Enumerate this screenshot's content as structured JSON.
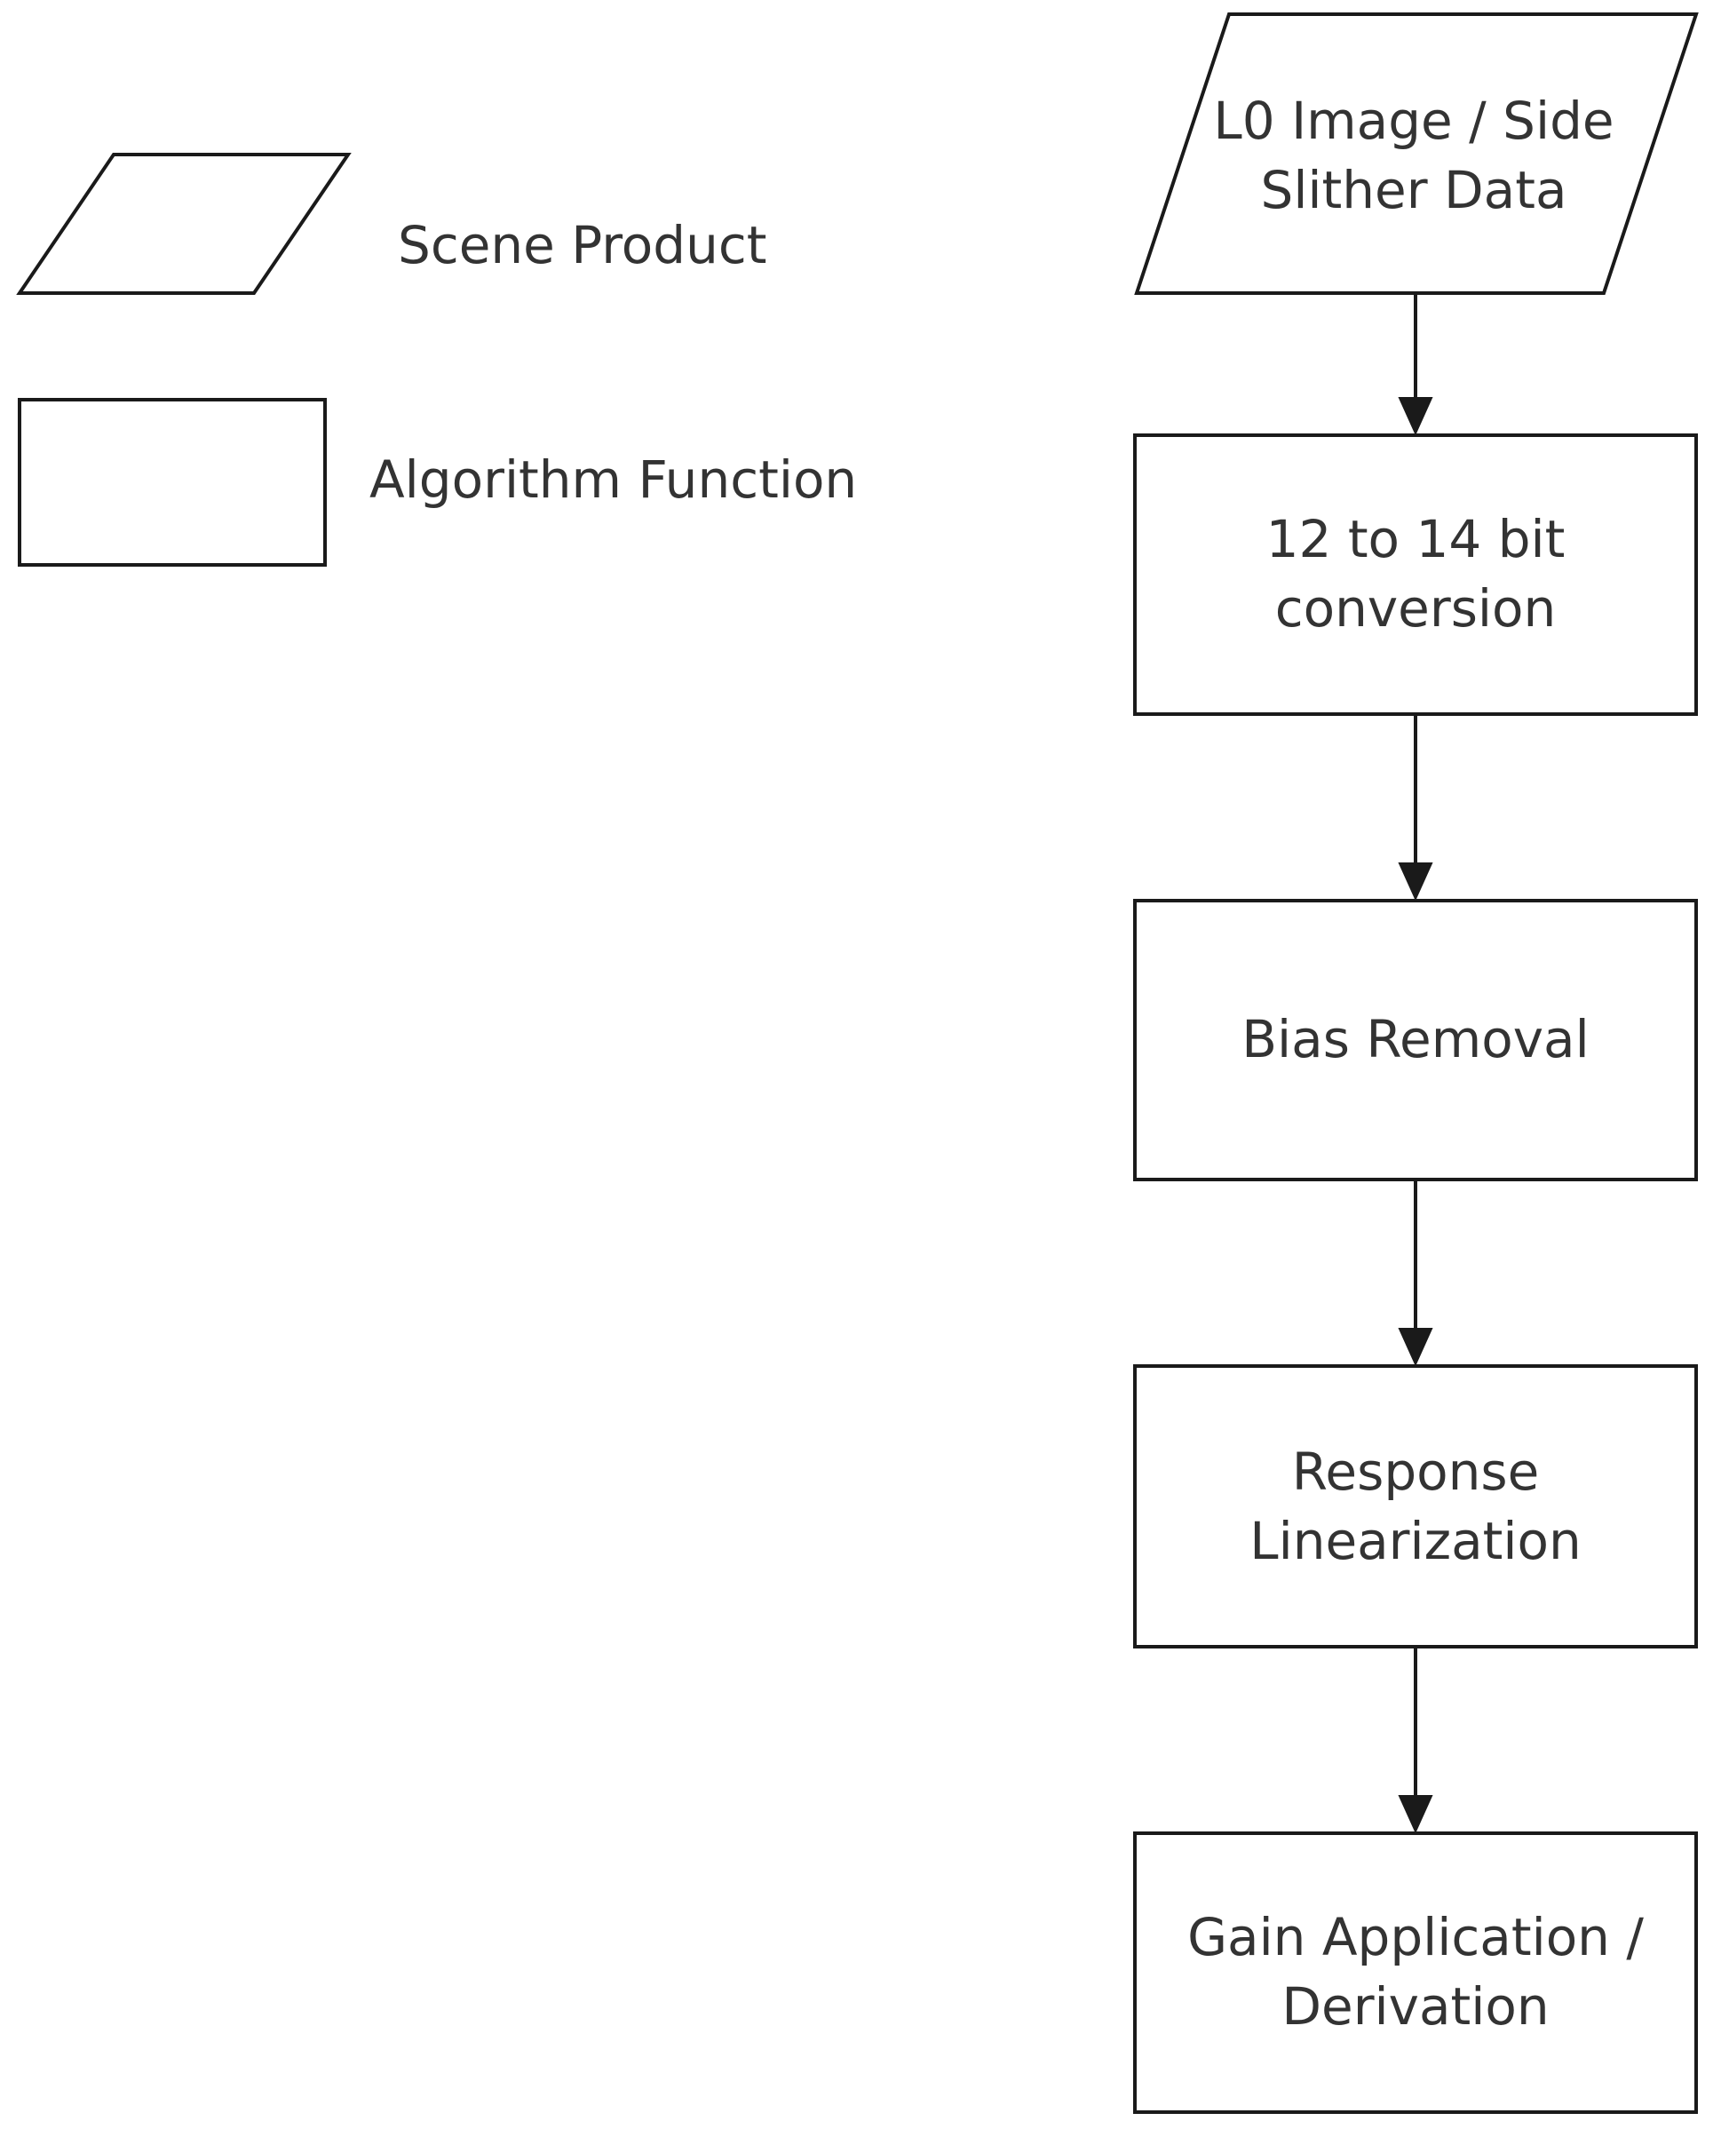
{
  "legend": {
    "scene_product": "Scene Product",
    "algorithm_function": "Algorithm Function"
  },
  "flow": {
    "nodes": [
      {
        "id": "l0-data",
        "shape": "parallelogram",
        "lines": [
          "L0 Image / Side",
          "Slither Data"
        ]
      },
      {
        "id": "bit-conversion",
        "shape": "rectangle",
        "lines": [
          "12 to 14 bit",
          "conversion"
        ]
      },
      {
        "id": "bias-removal",
        "shape": "rectangle",
        "lines": [
          "Bias Removal"
        ]
      },
      {
        "id": "response-linearization",
        "shape": "rectangle",
        "lines": [
          "Response",
          "Linearization"
        ]
      },
      {
        "id": "gain-application",
        "shape": "rectangle",
        "lines": [
          "Gain Application /",
          "Derivation"
        ]
      }
    ],
    "edges": [
      {
        "from": "l0-data",
        "to": "bit-conversion"
      },
      {
        "from": "bit-conversion",
        "to": "bias-removal"
      },
      {
        "from": "bias-removal",
        "to": "response-linearization"
      },
      {
        "from": "response-linearization",
        "to": "gain-application"
      }
    ]
  },
  "colors": {
    "stroke": "#1a1a1a",
    "text": "#333333",
    "background": "#ffffff"
  }
}
